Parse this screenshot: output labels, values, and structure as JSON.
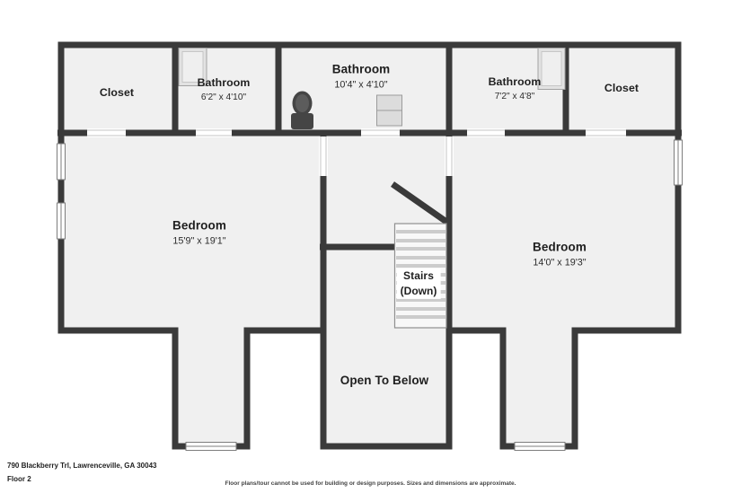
{
  "rooms": {
    "closet_left": {
      "name": "Closet"
    },
    "bathroom_left": {
      "name": "Bathroom",
      "dims": "6'2\" x 4'10\""
    },
    "bathroom_center": {
      "name": "Bathroom",
      "dims": "10'4\" x 4'10\""
    },
    "bathroom_right": {
      "name": "Bathroom",
      "dims": "7'2\" x 4'8\""
    },
    "closet_right": {
      "name": "Closet"
    },
    "bedroom_left": {
      "name": "Bedroom",
      "dims": "15'9\" x 19'1\""
    },
    "bedroom_right": {
      "name": "Bedroom",
      "dims": "14'0\" x 19'3\""
    },
    "stairs": {
      "name": "Stairs",
      "direction": "(Down)"
    },
    "open_to_below": {
      "name": "Open To Below"
    }
  },
  "footer": {
    "address": "790 Blackberry Trl, Lawrenceville, GA 30043",
    "floor_label": "Floor 2",
    "disclaimer": "Floor plans/tour cannot be used for building or design purposes. Sizes and dimensions are approximate."
  },
  "colors": {
    "wall": "#3a3a3a",
    "room_fill": "#f0f0f0",
    "fixture_fill": "#dedede",
    "background": "#ffffff"
  }
}
